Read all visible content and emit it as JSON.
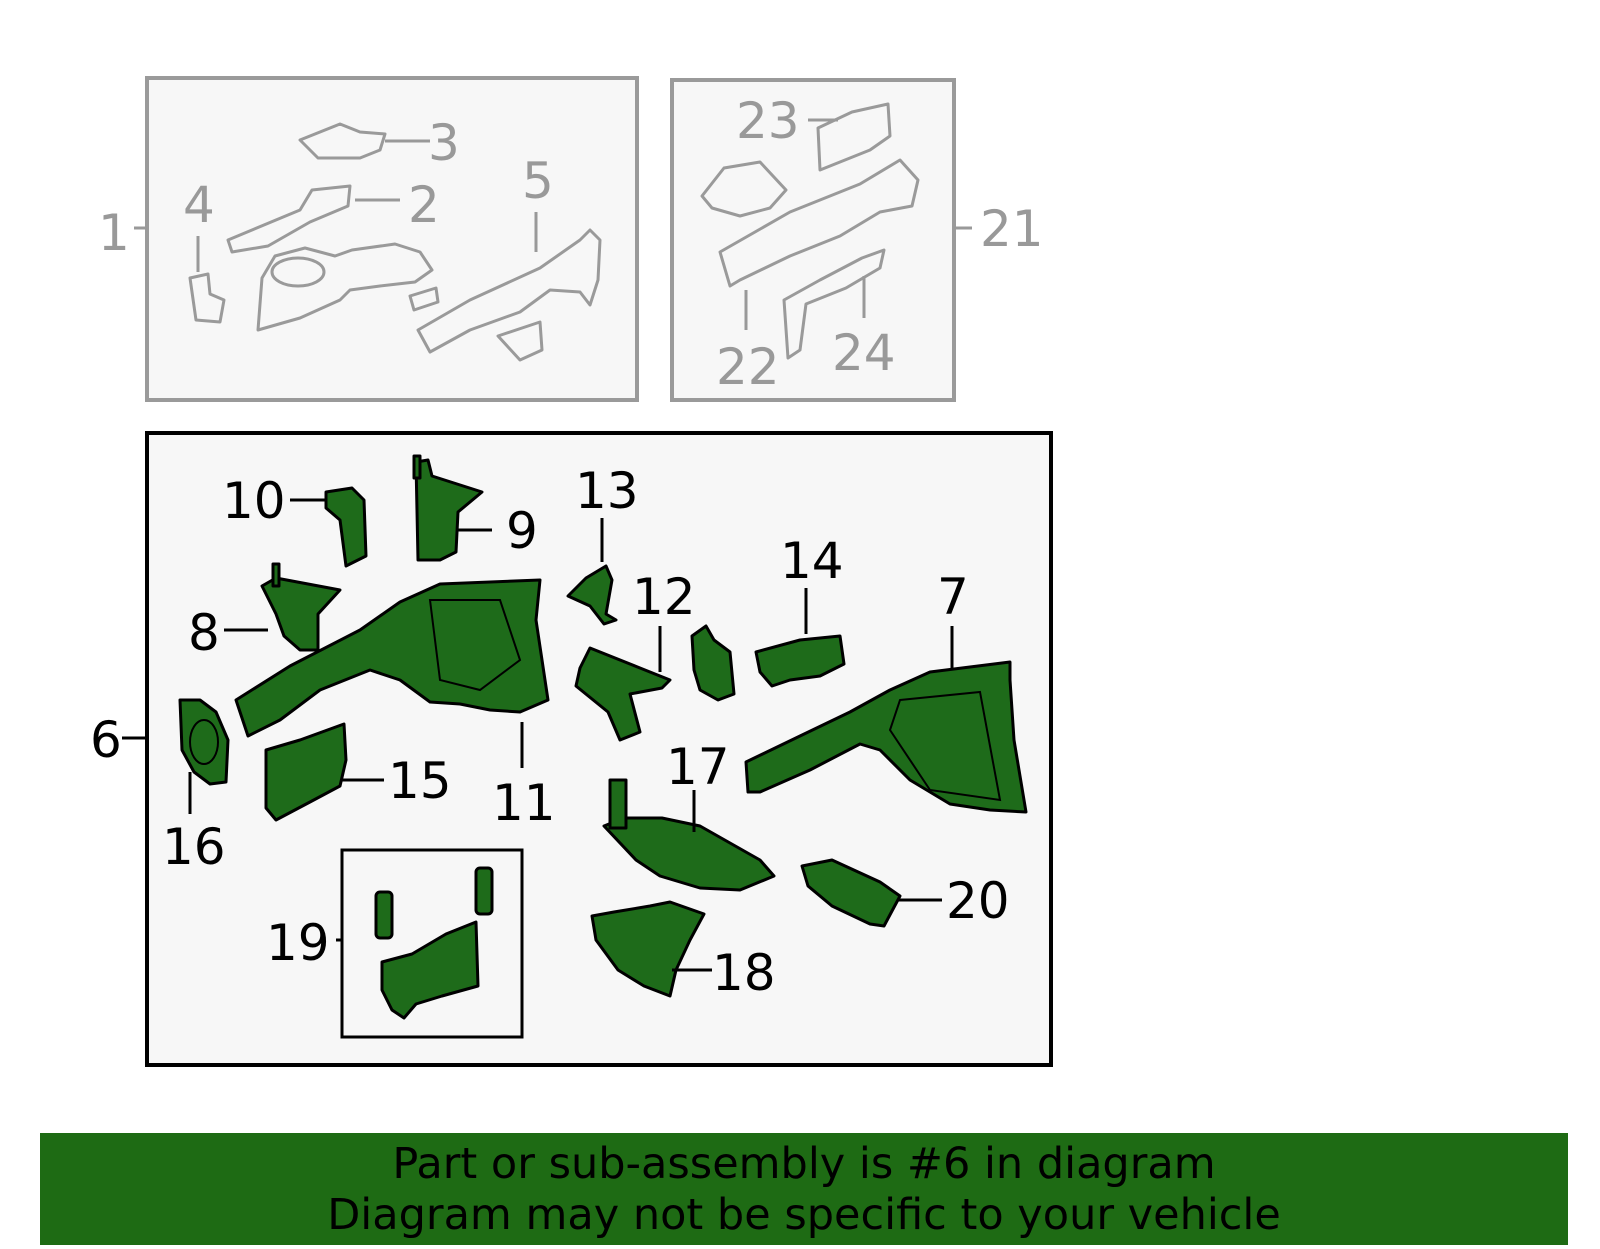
{
  "callouts": {
    "c1": "1",
    "c2": "2",
    "c3": "3",
    "c4": "4",
    "c5": "5",
    "c6": "6",
    "c7": "7",
    "c8": "8",
    "c9": "9",
    "c10": "10",
    "c11": "11",
    "c12": "12",
    "c13": "13",
    "c14": "14",
    "c15": "15",
    "c16": "16",
    "c17": "17",
    "c18": "18",
    "c19": "19",
    "c20": "20",
    "c21": "21",
    "c22": "22",
    "c23": "23",
    "c24": "24"
  },
  "banner": {
    "line1": "Part or sub-assembly is #6 in diagram",
    "line2": "Diagram may not be specific to your vehicle"
  },
  "colors": {
    "highlight": "#1e6b1a",
    "banner": "#1e6b14",
    "ghost": "#999999"
  }
}
